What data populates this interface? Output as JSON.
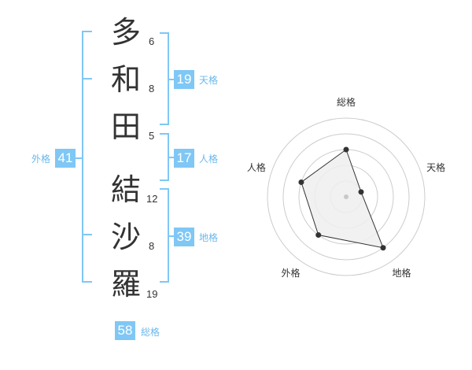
{
  "colors": {
    "accent": "#7fc7f5",
    "accent_text": "#6bb8ec",
    "radar_fill": "#efefef",
    "radar_stroke": "#333333",
    "grid": "#cccccc"
  },
  "characters": [
    {
      "char": "多",
      "strokes": "6"
    },
    {
      "char": "和",
      "strokes": "8"
    },
    {
      "char": "田",
      "strokes": "5"
    },
    {
      "char": "結",
      "strokes": "12"
    },
    {
      "char": "沙",
      "strokes": "8"
    },
    {
      "char": "羅",
      "strokes": "19"
    }
  ],
  "kaku": {
    "tenkaku": {
      "value": "19",
      "label": "天格"
    },
    "jinkaku": {
      "value": "17",
      "label": "人格"
    },
    "chikaku": {
      "value": "39",
      "label": "地格"
    },
    "gaikaku": {
      "value": "41",
      "label": "外格"
    },
    "soukaku": {
      "value": "58",
      "label": "総格"
    }
  },
  "chart_data": {
    "type": "radar",
    "axes": [
      "総格",
      "天格",
      "地格",
      "外格",
      "人格"
    ],
    "values": [
      3,
      1,
      4,
      3,
      3
    ],
    "rmax": 5
  }
}
